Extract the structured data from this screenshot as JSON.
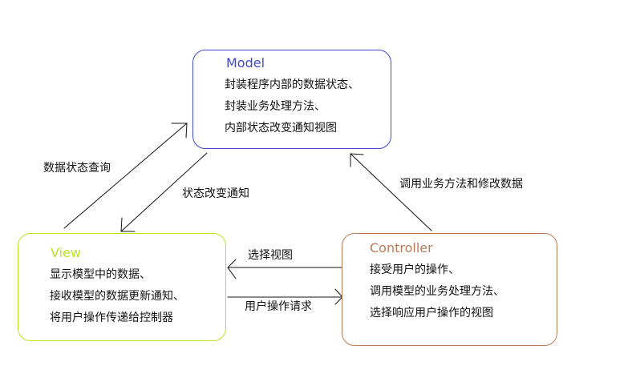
{
  "colors": {
    "model": "#3f48cc",
    "view": "#b5e61d",
    "controller": "#b97a57",
    "arrow": "#111111",
    "text": "#111111"
  },
  "model": {
    "title": "Model",
    "lines": [
      "封装程序内部的数据状态、",
      "封装业务处理方法、",
      "内部状态改变通知视图"
    ]
  },
  "view": {
    "title": "View",
    "lines": [
      "显示模型中的数据、",
      "接收模型的数据更新通知、",
      "将用户操作传递给控制器"
    ]
  },
  "controller": {
    "title": "Controller",
    "lines": [
      "接受用户的操作、",
      "调用模型的业务处理方法、",
      "选择响应用户操作的视图"
    ]
  },
  "labels": {
    "query": "数据状态查询",
    "notify": "状态改变通知",
    "invoke": "调用业务方法和修改数据",
    "select_view": "选择视图",
    "user_request": "用户操作请求"
  }
}
